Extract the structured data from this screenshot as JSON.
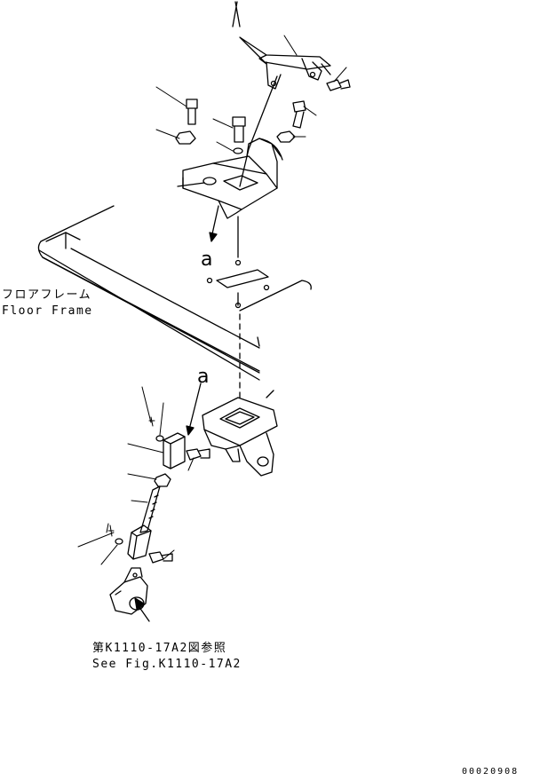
{
  "labels": {
    "floor_frame_jp": "フロアフレーム",
    "floor_frame_en": "Floor Frame",
    "see_fig_jp": "第K1110-17A2図参照",
    "see_fig_en": "See Fig.K1110-17A2"
  },
  "callouts": {
    "upper": "a",
    "lower": "a"
  },
  "document_number": "00020908",
  "colors": {
    "ink": "#000000",
    "paper": "#ffffff"
  }
}
